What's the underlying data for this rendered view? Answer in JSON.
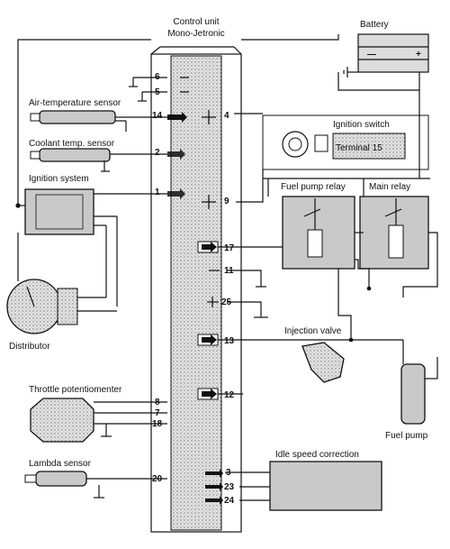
{
  "control_unit": {
    "title_line1": "Control unit",
    "title_line2": "Mono-Jetronic"
  },
  "components": {
    "battery": "Battery",
    "ignition_switch": "Ignition switch",
    "terminal": "Terminal 15",
    "fuel_pump_relay": "Fuel pump relay",
    "main_relay": "Main relay",
    "air_temp_sensor": "Air-temperature sensor",
    "coolant_temp_sensor": "Coolant temp. sensor",
    "ignition_system": "Ignition system",
    "distributor": "Distributor",
    "injection_valve": "Injection valve",
    "fuel_pump": "Fuel pump",
    "throttle_potentiometer": "Throttle potentiomenter",
    "lambda_sensor": "Lambda sensor",
    "idle_speed_correction": "Idle speed correction"
  },
  "pins": {
    "p6": "6",
    "p5": "5",
    "p14": "14",
    "p4": "4",
    "p2": "2",
    "p1": "1",
    "p9": "9",
    "p17": "17",
    "p11": "11",
    "p25": "25",
    "p13": "13",
    "p12": "12",
    "p8": "8",
    "p7": "7",
    "p18": "18",
    "p20": "20",
    "p3": "3",
    "p23": "23",
    "p24": "24"
  },
  "battery_symbols": {
    "minus": "—",
    "plus": "+"
  }
}
